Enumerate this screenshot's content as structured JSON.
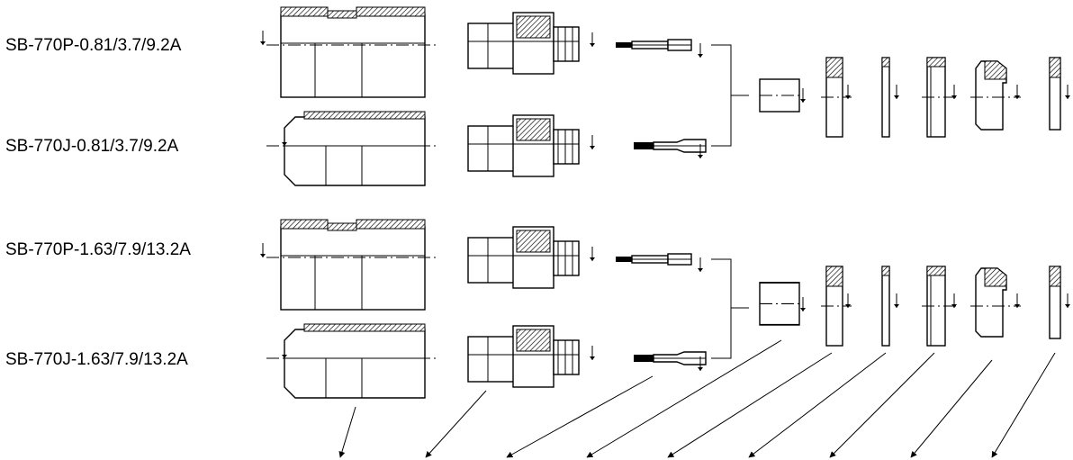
{
  "part_numbers": [
    "SB-770P-0.81/3.7/9.2A",
    "SB-770J-0.81/3.7/9.2A",
    "SB-770P-1.63/7.9/13.2A",
    "SB-770J-1.63/7.9/13.2A"
  ]
}
